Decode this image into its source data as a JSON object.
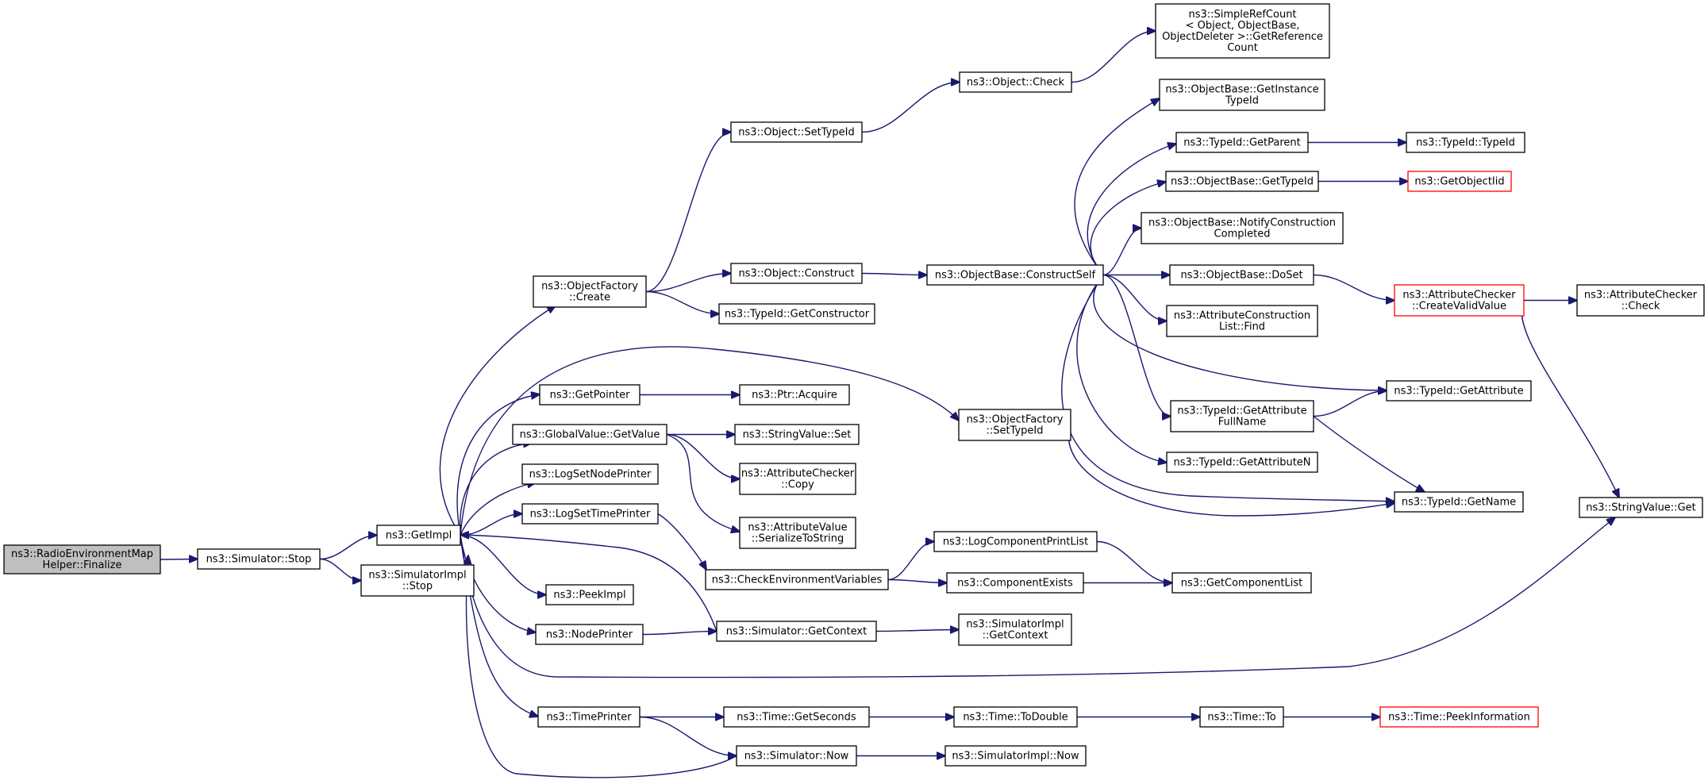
{
  "diagram": {
    "type": "call-graph",
    "nodes": [
      {
        "id": "n0",
        "lines": [
          "ns3::RadioEnvironmentMap",
          "Helper::Finalize"
        ],
        "style": "root"
      },
      {
        "id": "n1",
        "lines": [
          "ns3::Simulator::Stop"
        ]
      },
      {
        "id": "n2",
        "lines": [
          "ns3::GetImpl"
        ]
      },
      {
        "id": "n3",
        "lines": [
          "ns3::SimulatorImpl",
          "::Stop"
        ]
      },
      {
        "id": "n4",
        "lines": [
          "ns3::ObjectFactory",
          "::Create"
        ]
      },
      {
        "id": "n5",
        "lines": [
          "ns3::GetPointer"
        ]
      },
      {
        "id": "n6",
        "lines": [
          "ns3::GlobalValue::GetValue"
        ]
      },
      {
        "id": "n7",
        "lines": [
          "ns3::LogSetNodePrinter"
        ]
      },
      {
        "id": "n8",
        "lines": [
          "ns3::LogSetTimePrinter"
        ]
      },
      {
        "id": "n9",
        "lines": [
          "ns3::PeekImpl"
        ]
      },
      {
        "id": "n10",
        "lines": [
          "ns3::NodePrinter"
        ]
      },
      {
        "id": "n11",
        "lines": [
          "ns3::TimePrinter"
        ]
      },
      {
        "id": "n12",
        "lines": [
          "ns3::Object::SetTypeId"
        ]
      },
      {
        "id": "n13",
        "lines": [
          "ns3::Object::Construct"
        ]
      },
      {
        "id": "n14",
        "lines": [
          "ns3::TypeId::GetConstructor"
        ]
      },
      {
        "id": "n15",
        "lines": [
          "ns3::Ptr::Acquire"
        ]
      },
      {
        "id": "n16",
        "lines": [
          "ns3::StringValue::Set"
        ]
      },
      {
        "id": "n17",
        "lines": [
          "ns3::AttributeChecker",
          "::Copy"
        ]
      },
      {
        "id": "n18",
        "lines": [
          "ns3::AttributeValue",
          "::SerializeToString"
        ]
      },
      {
        "id": "n19",
        "lines": [
          "ns3::CheckEnvironmentVariables"
        ]
      },
      {
        "id": "n20",
        "lines": [
          "ns3::Simulator::GetContext"
        ]
      },
      {
        "id": "n21",
        "lines": [
          "ns3::Time::GetSeconds"
        ]
      },
      {
        "id": "n22",
        "lines": [
          "ns3::Simulator::Now"
        ]
      },
      {
        "id": "n23",
        "lines": [
          "ns3::Object::Check"
        ]
      },
      {
        "id": "n24",
        "lines": [
          "ns3::ObjectBase::ConstructSelf"
        ]
      },
      {
        "id": "n25",
        "lines": [
          "ns3::ObjectFactory",
          "::SetTypeId"
        ]
      },
      {
        "id": "n26",
        "lines": [
          "ns3::LogComponentPrintList"
        ]
      },
      {
        "id": "n27",
        "lines": [
          "ns3::ComponentExists"
        ]
      },
      {
        "id": "n28",
        "lines": [
          "ns3::SimulatorImpl",
          "::GetContext"
        ]
      },
      {
        "id": "n29",
        "lines": [
          "ns3::Time::ToDouble"
        ]
      },
      {
        "id": "n30",
        "lines": [
          "ns3::SimulatorImpl::Now"
        ]
      },
      {
        "id": "n31",
        "lines": [
          "ns3::SimpleRefCount",
          "< Object, ObjectBase,",
          "ObjectDeleter >::GetReference",
          "Count"
        ]
      },
      {
        "id": "n32",
        "lines": [
          "ns3::ObjectBase::GetInstance",
          "TypeId"
        ]
      },
      {
        "id": "n33",
        "lines": [
          "ns3::TypeId::GetParent"
        ]
      },
      {
        "id": "n34",
        "lines": [
          "ns3::ObjectBase::GetTypeId"
        ]
      },
      {
        "id": "n35",
        "lines": [
          "ns3::ObjectBase::NotifyConstruction",
          "Completed"
        ]
      },
      {
        "id": "n36",
        "lines": [
          "ns3::ObjectBase::DoSet"
        ]
      },
      {
        "id": "n37",
        "lines": [
          "ns3::AttributeConstruction",
          "List::Find"
        ]
      },
      {
        "id": "n38",
        "lines": [
          "ns3::TypeId::GetAttribute",
          "FullName"
        ]
      },
      {
        "id": "n39",
        "lines": [
          "ns3::TypeId::GetAttributeN"
        ]
      },
      {
        "id": "n40",
        "lines": [
          "ns3::GetComponentList"
        ]
      },
      {
        "id": "n41",
        "lines": [
          "ns3::Time::To"
        ]
      },
      {
        "id": "n42",
        "lines": [
          "ns3::TypeId::TypeId"
        ]
      },
      {
        "id": "n43",
        "lines": [
          "ns3::GetObjectIid"
        ],
        "style": "red"
      },
      {
        "id": "n44",
        "lines": [
          "ns3::AttributeChecker",
          "::CreateValidValue"
        ],
        "style": "red"
      },
      {
        "id": "n45",
        "lines": [
          "ns3::TypeId::GetAttribute"
        ]
      },
      {
        "id": "n46",
        "lines": [
          "ns3::TypeId::GetName"
        ]
      },
      {
        "id": "n47",
        "lines": [
          "ns3::Time::PeekInformation"
        ],
        "style": "red"
      },
      {
        "id": "n48",
        "lines": [
          "ns3::AttributeChecker",
          "::Check"
        ]
      },
      {
        "id": "n49",
        "lines": [
          "ns3::StringValue::Get"
        ]
      }
    ],
    "edges": [
      [
        "n0",
        "n1"
      ],
      [
        "n1",
        "n2"
      ],
      [
        "n1",
        "n3"
      ],
      [
        "n2",
        "n4"
      ],
      [
        "n2",
        "n5"
      ],
      [
        "n2",
        "n6"
      ],
      [
        "n2",
        "n7"
      ],
      [
        "n2",
        "n8"
      ],
      [
        "n2",
        "n9"
      ],
      [
        "n2",
        "n10"
      ],
      [
        "n2",
        "n11"
      ],
      [
        "n2",
        "n25"
      ],
      [
        "n2",
        "n49"
      ],
      [
        "n4",
        "n12"
      ],
      [
        "n4",
        "n13"
      ],
      [
        "n4",
        "n14"
      ],
      [
        "n12",
        "n23"
      ],
      [
        "n23",
        "n31"
      ],
      [
        "n13",
        "n24"
      ],
      [
        "n24",
        "n32"
      ],
      [
        "n24",
        "n33"
      ],
      [
        "n24",
        "n34"
      ],
      [
        "n24",
        "n35"
      ],
      [
        "n24",
        "n36"
      ],
      [
        "n24",
        "n37"
      ],
      [
        "n24",
        "n38"
      ],
      [
        "n24",
        "n39"
      ],
      [
        "n24",
        "n45"
      ],
      [
        "n24",
        "n46"
      ],
      [
        "n33",
        "n42"
      ],
      [
        "n34",
        "n43"
      ],
      [
        "n36",
        "n44"
      ],
      [
        "n44",
        "n48"
      ],
      [
        "n44",
        "n49"
      ],
      [
        "n38",
        "n45"
      ],
      [
        "n38",
        "n46"
      ],
      [
        "n25",
        "n46"
      ],
      [
        "n5",
        "n15"
      ],
      [
        "n6",
        "n16"
      ],
      [
        "n6",
        "n17"
      ],
      [
        "n6",
        "n18"
      ],
      [
        "n8",
        "n19"
      ],
      [
        "n19",
        "n26"
      ],
      [
        "n19",
        "n27"
      ],
      [
        "n26",
        "n40"
      ],
      [
        "n27",
        "n40"
      ],
      [
        "n10",
        "n20"
      ],
      [
        "n20",
        "n28"
      ],
      [
        "n20",
        "n2"
      ],
      [
        "n11",
        "n21"
      ],
      [
        "n11",
        "n22"
      ],
      [
        "n21",
        "n29"
      ],
      [
        "n29",
        "n41"
      ],
      [
        "n41",
        "n47"
      ],
      [
        "n22",
        "n30"
      ],
      [
        "n22",
        "n2"
      ]
    ]
  }
}
